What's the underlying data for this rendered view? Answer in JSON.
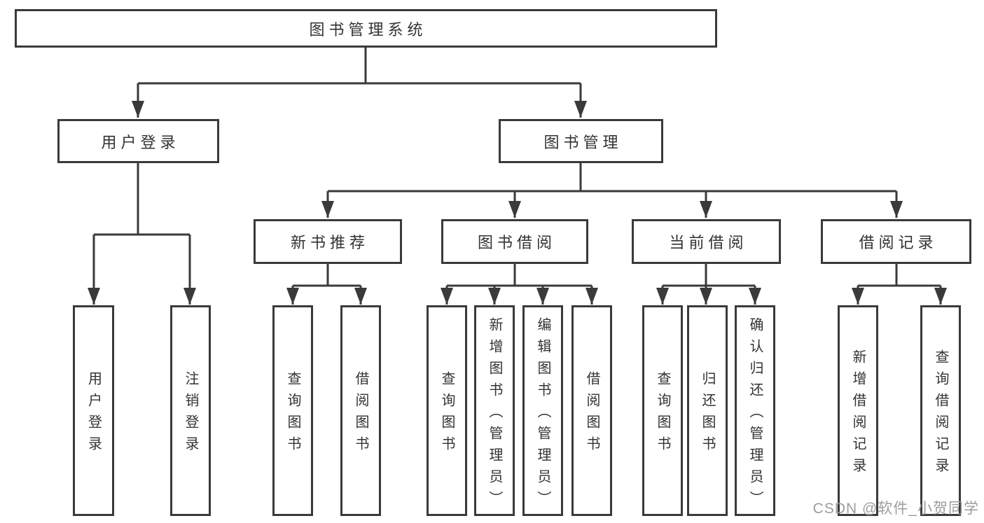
{
  "tree": {
    "root": {
      "label": "图书管理系统",
      "children": [
        {
          "label": "用户登录",
          "children": [
            {
              "label": "用户登录"
            },
            {
              "label": "注销登录"
            }
          ]
        },
        {
          "label": "图书管理",
          "children": [
            {
              "label": "新书推荐",
              "children": [
                {
                  "label": "查询图书"
                },
                {
                  "label": "借阅图书"
                }
              ]
            },
            {
              "label": "图书借阅",
              "children": [
                {
                  "label": "查询图书"
                },
                {
                  "label": "新增图书（管理员）"
                },
                {
                  "label": "编辑图书（管理员）"
                },
                {
                  "label": "借阅图书"
                }
              ]
            },
            {
              "label": "当前借阅",
              "children": [
                {
                  "label": "查询图书"
                },
                {
                  "label": "归还图书"
                },
                {
                  "label": "确认归还（管理员）"
                }
              ]
            },
            {
              "label": "借阅记录",
              "children": [
                {
                  "label": "新增借阅记录"
                },
                {
                  "label": "查询借阅记录"
                }
              ]
            }
          ]
        }
      ]
    }
  },
  "watermark": {
    "text": "CSDN @软件_小贺同学"
  },
  "colors": {
    "line": "#3a3a3a",
    "node_border": "#3a3a3a",
    "node_text": "#333333",
    "watermark_text": "#9c9c9c",
    "background": "#ffffff"
  }
}
